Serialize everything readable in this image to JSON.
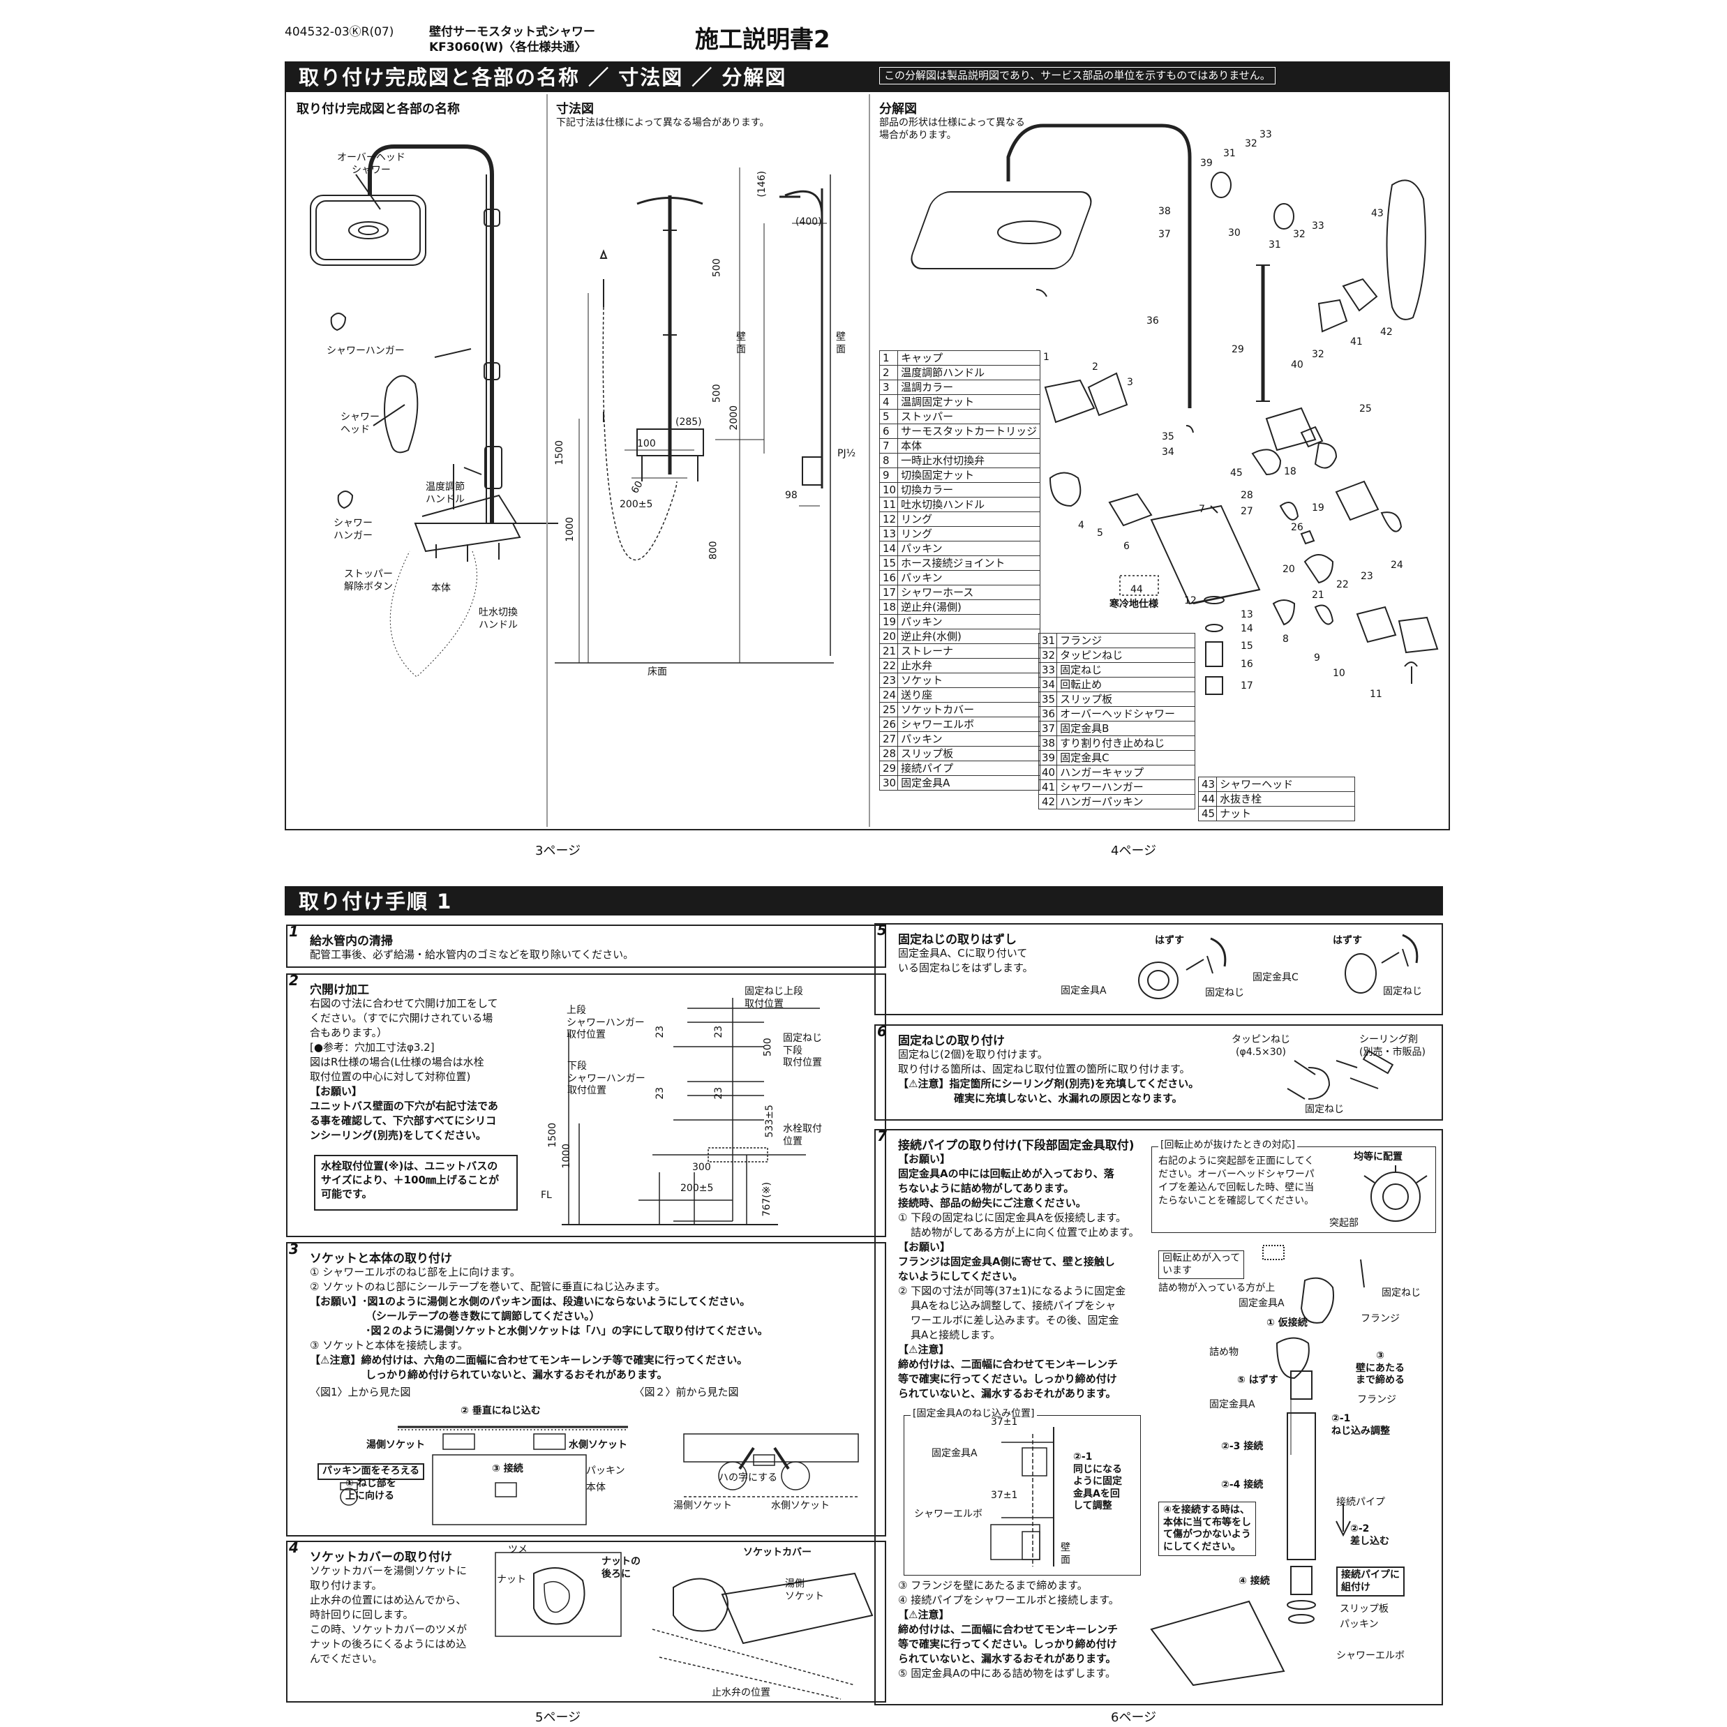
{
  "header": {
    "doc_code": "404532-03ⓀR(07)",
    "product": "壁付サーモスタット式シャワー",
    "model": "KF3060(W)〈各仕様共通〉",
    "doc_title": "施工説明書2"
  },
  "sec1": {
    "title": "取り付け完成図と各部の名称 ／ 寸法図 ／ 分解図",
    "note": "この分解図は製品説明図であり、サービス部品の単位を示すものではありません。",
    "col1": {
      "heading": "取り付け完成図と各部の名称",
      "labels": [
        "オーバーヘッド\nシャワー",
        "シャワーハンガー",
        "シャワー\nヘッド",
        "温度調節\nハンドル",
        "シャワー\nハンガー",
        "ストッパー\n解除ボタン",
        "本体",
        "吐水切換\nハンドル"
      ]
    },
    "col2": {
      "heading": "寸法図",
      "sub": "下記寸法は仕様によって異なる場合があります。",
      "dims": [
        "(146)",
        "(400)",
        "500",
        "500",
        "2000",
        "(285)",
        "100",
        "60",
        "200±5",
        "1500",
        "1000",
        "800",
        "98",
        "PJ½",
        "壁\n面",
        "壁\n面",
        "床面"
      ]
    },
    "col3": {
      "heading": "分解図",
      "sub": "部品の形状は仕様によって異なる\n場合があります。",
      "cold_label": "寒冷地仕様",
      "callouts": [
        "1",
        "2",
        "3",
        "4",
        "5",
        "6",
        "7",
        "8",
        "9",
        "10",
        "11",
        "12",
        "13",
        "14",
        "15",
        "16",
        "17",
        "18",
        "19",
        "20",
        "21",
        "22",
        "23",
        "24",
        "25",
        "26",
        "27",
        "28",
        "29",
        "30",
        "31",
        "32",
        "33",
        "34",
        "35",
        "36",
        "37",
        "38",
        "39",
        "40",
        "41",
        "42",
        "43",
        "44",
        "45"
      ]
    },
    "parts_a": [
      [
        "1",
        "キャップ"
      ],
      [
        "2",
        "温度調節ハンドル"
      ],
      [
        "3",
        "温調カラー"
      ],
      [
        "4",
        "温調固定ナット"
      ],
      [
        "5",
        "ストッパー"
      ],
      [
        "6",
        "サーモスタットカートリッジ"
      ],
      [
        "7",
        "本体"
      ],
      [
        "8",
        "一時止水付切換弁"
      ],
      [
        "9",
        "切換固定ナット"
      ],
      [
        "10",
        "切換カラー"
      ],
      [
        "11",
        "吐水切換ハンドル"
      ],
      [
        "12",
        "リング"
      ],
      [
        "13",
        "リング"
      ],
      [
        "14",
        "パッキン"
      ],
      [
        "15",
        "ホース接続ジョイント"
      ],
      [
        "16",
        "パッキン"
      ],
      [
        "17",
        "シャワーホース"
      ],
      [
        "18",
        "逆止弁(湯側)"
      ],
      [
        "19",
        "パッキン"
      ],
      [
        "20",
        "逆止弁(水側)"
      ],
      [
        "21",
        "ストレーナ"
      ],
      [
        "22",
        "止水弁"
      ],
      [
        "23",
        "ソケット"
      ],
      [
        "24",
        "送り座"
      ],
      [
        "25",
        "ソケットカバー"
      ],
      [
        "26",
        "シャワーエルボ"
      ],
      [
        "27",
        "パッキン"
      ],
      [
        "28",
        "スリップ板"
      ],
      [
        "29",
        "接続パイプ"
      ],
      [
        "30",
        "固定金具A"
      ]
    ],
    "parts_b": [
      [
        "31",
        "フランジ"
      ],
      [
        "32",
        "タッピンねじ"
      ],
      [
        "33",
        "固定ねじ"
      ],
      [
        "34",
        "回転止め"
      ],
      [
        "35",
        "スリップ板"
      ],
      [
        "36",
        "オーバーヘッドシャワー"
      ],
      [
        "37",
        "固定金具B"
      ],
      [
        "38",
        "すり割り付き止めねじ"
      ],
      [
        "39",
        "固定金具C"
      ],
      [
        "40",
        "ハンガーキャップ"
      ],
      [
        "41",
        "シャワーハンガー"
      ],
      [
        "42",
        "ハンガーパッキン"
      ]
    ],
    "parts_c": [
      [
        "43",
        "シャワーヘッド"
      ],
      [
        "44",
        "水抜き栓"
      ],
      [
        "45",
        "ナット"
      ]
    ],
    "page_left": "3ページ",
    "page_right": "4ページ"
  },
  "sec2": {
    "title": "取り付け手順 1",
    "step1": {
      "num": "1",
      "title": "給水管内の清掃",
      "text": "配管工事後、必ず給湯・給水管内のゴミなどを取り除いてください。"
    },
    "step2": {
      "num": "2",
      "title": "穴開け加工",
      "text": [
        "右図の寸法に合わせて穴開け加工をして",
        "ください。（すでに穴開けされている場",
        "合もあります。）",
        "[●参考：穴加工寸法φ3.2]",
        "図はR仕様の場合(L仕様の場合は水栓",
        "取付位置の中心に対して対称位置)"
      ],
      "onegai": "【お願い】",
      "bold": [
        "ユニットバス壁面の下穴が右記寸法であ",
        "る事を確認して、下穴部すべてにシリコ",
        "ンシーリング(別売)をしてください。"
      ],
      "box": [
        "水栓取付位置(※)は、ユニットバスの",
        "サイズにより、＋100㎜上げることが",
        "可能です。"
      ],
      "diagram": [
        "固定ねじ上段\n取付位置",
        "上段\nシャワーハンガー\n取付位置",
        "23",
        "23",
        "500",
        "固定ねじ\n下段\n取付位置",
        "下段\nシャワーハンガー\n取付位置",
        "23",
        "23",
        "533±5",
        "水栓取付\n位置",
        "1500",
        "1000",
        "300",
        "200±5",
        "767(※)",
        "FL"
      ]
    },
    "step3": {
      "num": "3",
      "title": "ソケットと本体の取り付け",
      "lines": [
        "① シャワーエルボのねじ部を上に向けます。",
        "② ソケットのねじ部にシールテープを巻いて、配管に垂直にねじ込みます。"
      ],
      "onegai": [
        "【お願い】･図1のように湯側と水側のパッキン面は、段違いにならないようにしてください。",
        "（シールテープの巻き数にて調節してください。）",
        "･図２のように湯側ソケットと水側ソケットは「ハ」の字にして取り付けてください。"
      ],
      "line3": "③ ソケットと本体を接続します。",
      "caution": [
        "【⚠注意】締め付けは、六角の二面幅に合わせてモンキーレンチ等で確実に行ってください。",
        "しっかり締め付けられていないと、漏水するおそれがあります。"
      ],
      "fig1": "〈図1〉上から見た図",
      "fig2": "〈図２〉前から見た図",
      "labels": [
        "② 垂直にねじ込む",
        "湯側ソケット",
        "水側ソケット",
        "パッキン面をそろえる",
        "③ 接続",
        "パッキン",
        "本体",
        "① ねじ部を\n上に向ける",
        "ハの字にする",
        "湯側ソケット",
        "水側ソケット"
      ]
    },
    "step4": {
      "num": "4",
      "title": "ソケットカバーの取り付け",
      "text": [
        "ソケットカバーを湯側ソケットに",
        "取り付けます。",
        "止水弁の位置にはめ込んでから、",
        "時計回りに回します。",
        "この時、ソケットカバーのツメが",
        "ナットの後ろにくるようにはめ込",
        "んでください。"
      ],
      "labels": [
        "ツメ",
        "ナット",
        "ナットの\n後ろに",
        "ソケットカバー",
        "湯側\nソケット",
        "止水弁の位置"
      ]
    },
    "step5": {
      "num": "5",
      "title": "固定ねじの取りはずし",
      "text": [
        "固定金具A、Cに取り付いて",
        "いる固定ねじをはずします。"
      ],
      "labels": [
        "はずす",
        "固定金具A",
        "固定ねじ",
        "はずす",
        "固定金具C",
        "固定ねじ"
      ]
    },
    "step6": {
      "num": "6",
      "title": "固定ねじの取り付け",
      "text": [
        "固定ねじ(2個)を取り付けます。",
        "取り付ける箇所は、固定ねじ取付位置の箇所に取り付けます。"
      ],
      "caution": [
        "【⚠注意】指定箇所にシーリング剤(別売)を充填してください。",
        "確実に充填しないと、水漏れの原因となります。"
      ],
      "labels": [
        "タッピンねじ\n(φ4.5×30)",
        "シーリング剤\n(別売・市販品)",
        "固定ねじ"
      ]
    },
    "step7": {
      "num": "7",
      "title": "接続パイプの取り付け(下段部固定金具取付)",
      "onegai1": "【お願い】",
      "bold1": [
        "固定金具Aの中には回転止めが入っており、落",
        "ちないように詰め物がしてあります。",
        "接続時、部品の紛失にご注意ください。"
      ],
      "line1": [
        "① 下段の固定ねじに固定金具Aを仮接続します。",
        "詰め物がしてある方が上に向く位置で止めます。"
      ],
      "onegai2": "【お願い】",
      "bold2": [
        "フランジは固定金具A側に寄せて、壁と接触し",
        "ないようにしてください。"
      ],
      "line2": [
        "② 下図の寸法が同等(37±1)になるように固定金",
        "具Aをねじ込み調整して、接続パイプをシャ",
        "ワーエルボに差し込みます。その後、固定金",
        "具Aと接続します。"
      ],
      "caution1": "【⚠注意】",
      "cbold1": [
        "締め付けは、二面幅に合わせてモンキーレンチ",
        "等で確実に行ってください。しっかり締め付け",
        "られていないと、漏水するおそれがあります。"
      ],
      "inset_title": "[固定金具Aのねじ込み位置]",
      "inset": [
        "37±1",
        "固定金具A",
        "②-1\n同じになる\nように固定\n金具Aを回\nして調整",
        "37±1",
        "シャワーエルボ",
        "壁\n面"
      ],
      "line3": [
        "③ フランジを壁にあたるまで締めます。",
        "④ 接続パイプをシャワーエルボと接続します。"
      ],
      "caution2": "【⚠注意】",
      "cbold2": [
        "締め付けは、二面幅に合わせてモンキーレンチ",
        "等で確実に行ってください。しっかり締め付け",
        "られていないと、漏水するおそれがあります。"
      ],
      "line5": "⑤ 固定金具Aの中にある詰め物をはずします。",
      "side_title": "[回転止めが抜けたときの対応]",
      "side_text": [
        "右記のように突起部を正面にしてく",
        "ださい。オーバーヘッドシャワーパ",
        "イプを差込んで回転した時、壁に当",
        "たらないことを確認してください。"
      ],
      "side_labels": [
        "均等に配置",
        "突起部"
      ],
      "labels": [
        "回転止めが入って\nいます",
        "詰め物が入っている方が上",
        "固定金具A",
        "① 仮接続",
        "固定ねじ",
        "フランジ",
        "詰め物",
        "⑤ はずす",
        "③\n壁にあたる\nまで締める",
        "固定金具A",
        "フランジ",
        "②-1\nねじ込み調整",
        "②-3 接続",
        "②-4 接続",
        "接続パイプ",
        "②-2\n差し込む",
        "④を接続する時は、\n本体に当て布等をし\nて傷がつかないよう\nにしてください。",
        "④ 接続",
        "接続パイプに\n組付け",
        "スリップ板",
        "パッキン",
        "シャワーエルボ"
      ]
    },
    "page_left": "5ページ",
    "page_right": "6ページ"
  }
}
